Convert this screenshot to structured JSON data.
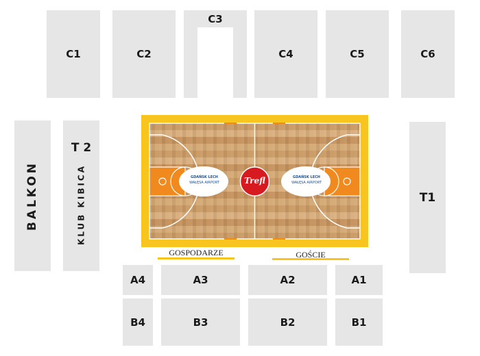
{
  "sections": {
    "c1": "C1",
    "c2": "C2",
    "c3": "C3",
    "c4": "C4",
    "c5": "C5",
    "c6": "C6",
    "t1": "T1",
    "t2": "T 2",
    "balkon": "BALKON",
    "klub_kibica": "KLUB KIBICA",
    "a1": "A1",
    "a2": "A2",
    "a3": "A3",
    "a4": "A4",
    "b1": "B1",
    "b2": "B2",
    "b3": "B3",
    "b4": "B4"
  },
  "labels": {
    "home": "GOSPODARZE",
    "away": "GOŚCIE"
  },
  "court": {
    "center_logo": "Trefl",
    "arena_logo_line1": "GDAŃSK LECH",
    "arena_logo_line2": "WAŁĘSA AIRPORT"
  },
  "colors": {
    "section_fill": "#e6e6e6",
    "court_frame": "#f7c51e",
    "paint": "#f08a1e",
    "logo_red": "#d71920"
  }
}
